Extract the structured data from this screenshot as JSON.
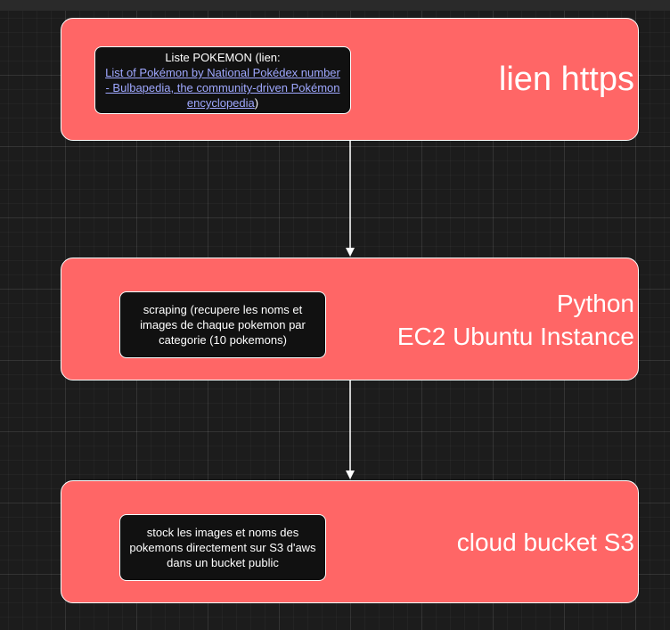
{
  "diagram": {
    "blocks": [
      {
        "label": "lien https",
        "note": {
          "prefix": "Liste POKEMON (lien:",
          "link_text": "List of Pokémon by National Pokédex number - Bulbapedia, the community-driven Pokémon encyclopedia",
          "suffix": ")"
        }
      },
      {
        "label": "Python\nEC2 Ubuntu Instance",
        "note": {
          "text": "scraping (recupere les noms et images de chaque pokemon par categorie (10 pokemons)"
        }
      },
      {
        "label": "cloud bucket S3",
        "note": {
          "text": "stock les images et noms des pokemons directement sur S3 d'aws dans un bucket public"
        }
      }
    ],
    "colors": {
      "block_fill": "#ff6666",
      "note_fill": "#111111",
      "link": "#9fa8ff",
      "stroke": "#ffffff",
      "background": "#1c1c1c"
    }
  }
}
